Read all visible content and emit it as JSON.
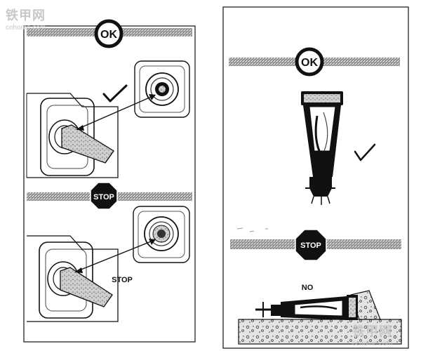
{
  "watermark": {
    "brand_cn": "铁甲网",
    "site": "cehome.com"
  },
  "left_panel": {
    "ok_label": "OK",
    "stop_sign_label": "STOP",
    "stop_text": "STOP"
  },
  "right_panel": {
    "ok_label": "OK",
    "stop_sign_label": "STOP",
    "no_text": "NO"
  },
  "colors": {
    "line": "#111111",
    "hatch_band": "#9a9a9a",
    "stop_sign": "#111111",
    "watermark": "#c8c8c8"
  }
}
